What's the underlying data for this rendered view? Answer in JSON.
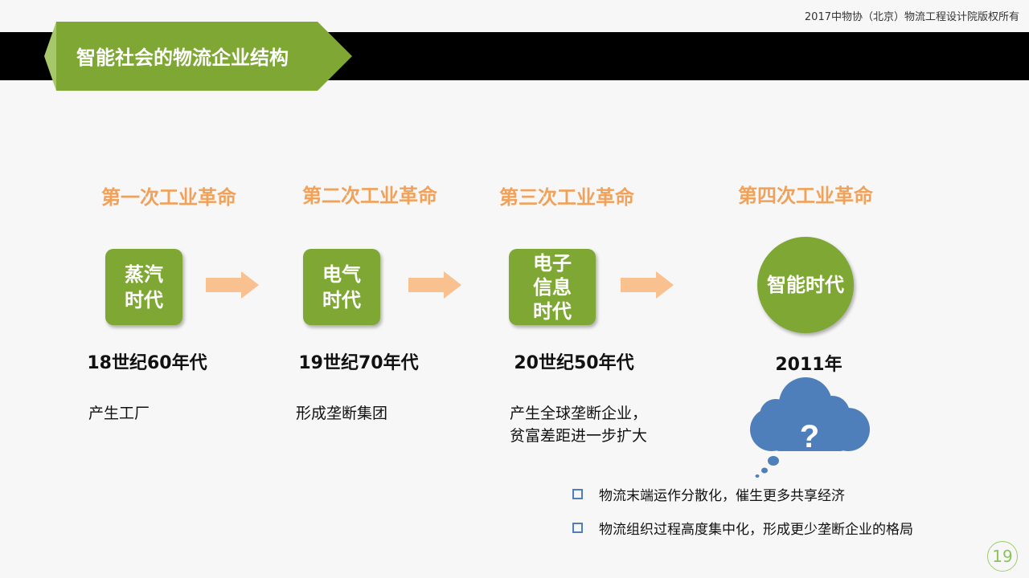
{
  "copyright": "2017中物协（北京）物流工程设计院版权所有",
  "title": "智能社会的物流企业结构",
  "eras": [
    {
      "title": "第一次工业革命",
      "label": "蒸汽\n时代",
      "year": "18世纪60年代",
      "desc": "产生工厂"
    },
    {
      "title": "第二次工业革命",
      "label": "电气\n时代",
      "year": "19世纪70年代",
      "desc": "形成垄断集团"
    },
    {
      "title": "第三次工业革命",
      "label": "电子\n信息\n时代",
      "year": "20世纪50年代",
      "desc": "产生全球垄断企业，\n贫富差距进一步扩大"
    },
    {
      "title": "第四次工业革命",
      "label": "智能时代",
      "year": "2011年",
      "desc": "?"
    }
  ],
  "bullets": [
    "物流末端运作分散化，催生更多共享经济",
    "物流组织过程高度集中化，形成更少垄断企业的格局"
  ],
  "page_number": "19",
  "colors": {
    "green": "#7ea734",
    "orange": "#f0a15a",
    "arrow": "#f9c090",
    "cloud": "#4f7fba"
  }
}
